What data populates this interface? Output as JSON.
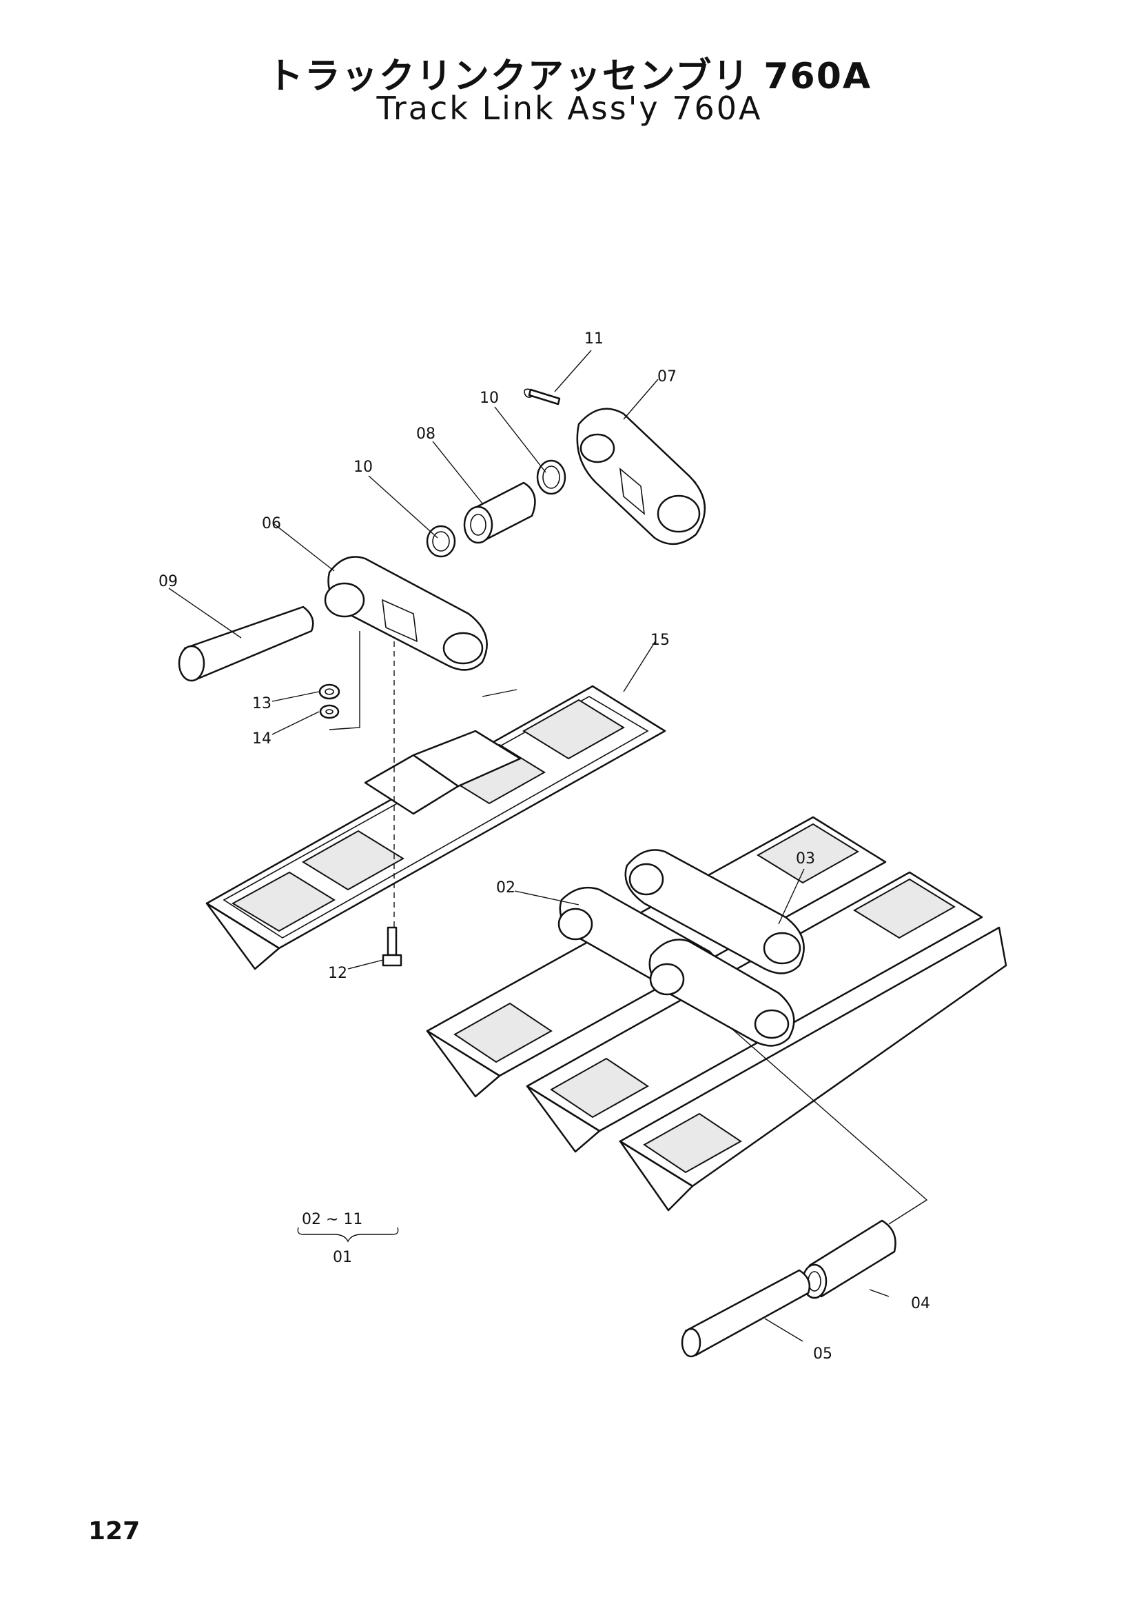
{
  "title_jp": "トラックリンクアッセンブリ 760A",
  "title_en": "Track Link Ass'y 760A",
  "page_number": "127",
  "callouts": {
    "p01": "01",
    "p02": "02",
    "p03": "03",
    "p04": "04",
    "p05": "05",
    "p06": "06",
    "p07": "07",
    "p08": "08",
    "p09": "09",
    "p10a": "10",
    "p10b": "10",
    "p11": "11",
    "p12": "12",
    "p13": "13",
    "p14": "14",
    "p15": "15"
  },
  "range": {
    "label": "02 ∼ 11",
    "total": "01"
  }
}
